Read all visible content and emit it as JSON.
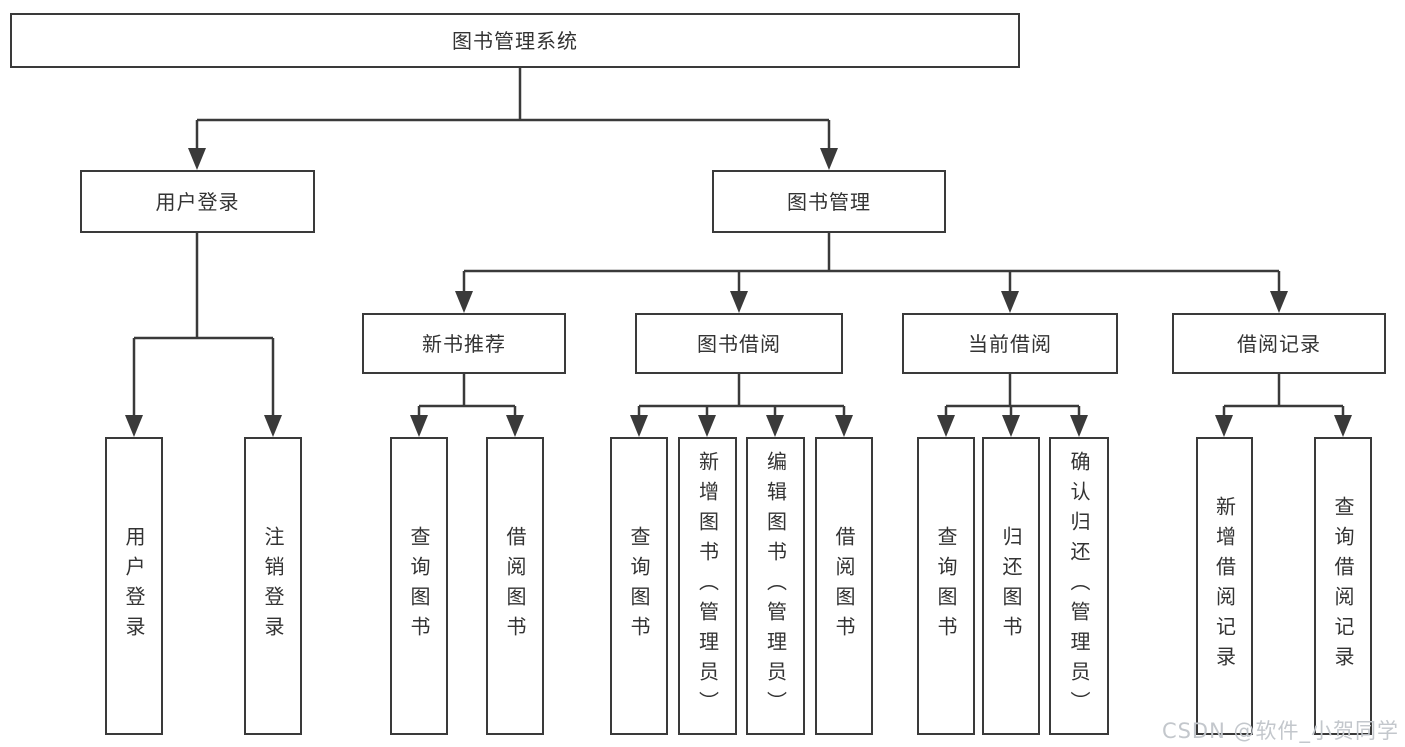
{
  "tree": {
    "label": "图书管理系统",
    "children": [
      {
        "label": "用户登录",
        "children": [
          {
            "label": "用户登录"
          },
          {
            "label": "注销登录"
          }
        ]
      },
      {
        "label": "图书管理",
        "children": [
          {
            "label": "新书推荐",
            "children": [
              {
                "label": "查询图书"
              },
              {
                "label": "借阅图书"
              }
            ]
          },
          {
            "label": "图书借阅",
            "children": [
              {
                "label": "查询图书"
              },
              {
                "label": "新增图书（管理员）"
              },
              {
                "label": "编辑图书（管理员）"
              },
              {
                "label": "借阅图书"
              }
            ]
          },
          {
            "label": "当前借阅",
            "children": [
              {
                "label": "查询图书"
              },
              {
                "label": "归还图书"
              },
              {
                "label": "确认归还（管理员）"
              }
            ]
          },
          {
            "label": "借阅记录",
            "children": [
              {
                "label": "新增借阅记录"
              },
              {
                "label": "查询借阅记录"
              }
            ]
          }
        ]
      }
    ]
  },
  "watermark": "CSDN @软件_小贺同学",
  "colors": {
    "line": "#3a3a3a",
    "box_border": "#3a3a3a",
    "text": "#333333",
    "watermark": "#c3c7cc",
    "background": "#ffffff"
  }
}
